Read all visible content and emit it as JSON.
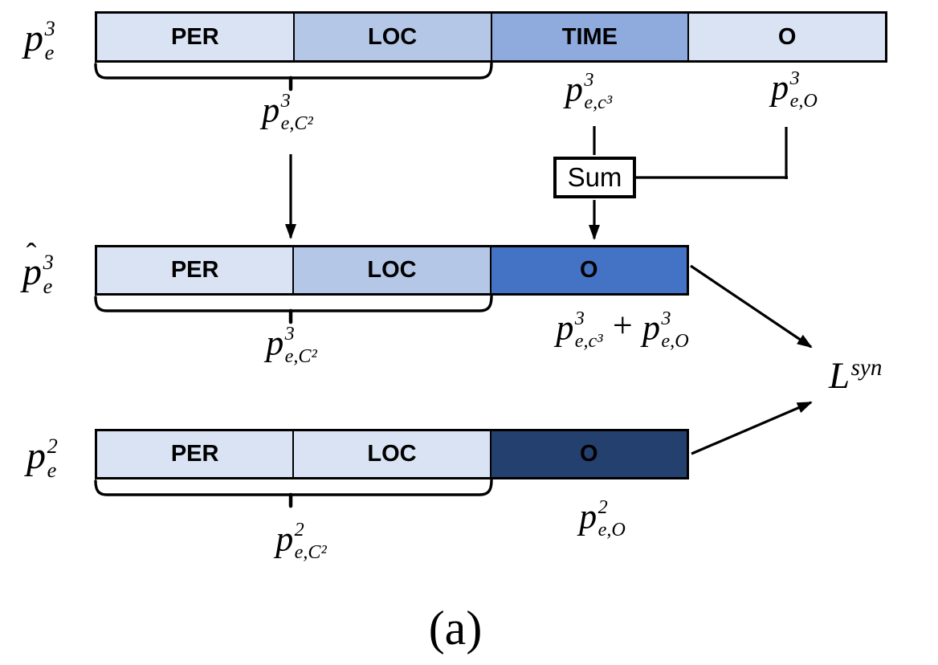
{
  "background": "#ffffff",
  "line_color": "#000000",
  "caption": "(a)",
  "bars": [
    {
      "name": "p_e^3",
      "label": {
        "base": "p",
        "sup": "3",
        "sub": "e"
      },
      "segments": [
        {
          "text": "PER",
          "color": "#dae3f3"
        },
        {
          "text": "LOC",
          "color": "#b4c7e7"
        },
        {
          "text": "TIME",
          "color": "#8faadc"
        },
        {
          "text": "O",
          "color": "#dae3f3"
        }
      ]
    },
    {
      "name": "p_hat_e^3",
      "label": {
        "hat": "ˆ",
        "base": "p",
        "sup": "3",
        "sub": "e"
      },
      "segments": [
        {
          "text": "PER",
          "color": "#dae3f3"
        },
        {
          "text": "LOC",
          "color": "#b4c7e7"
        },
        {
          "text": "O",
          "color": "#4472c4"
        }
      ]
    },
    {
      "name": "p_e^2",
      "label": {
        "base": "p",
        "sup": "2",
        "sub": "e"
      },
      "segments": [
        {
          "text": "PER",
          "color": "#dae3f3"
        },
        {
          "text": "LOC",
          "color": "#dae3f3"
        },
        {
          "text": "O",
          "color": "#24406e"
        }
      ]
    }
  ],
  "annotations": {
    "brace1_label": {
      "base": "p",
      "sup": "3",
      "sub": "e,C²"
    },
    "time_mass_label": {
      "base": "p",
      "sup": "3",
      "sub": "e,c³"
    },
    "o_mass_label": {
      "base": "p",
      "sup": "3",
      "sub": "e,O"
    },
    "sum_box": "Sum",
    "brace2_label": {
      "base": "p",
      "sup": "3",
      "sub": "e,C²"
    },
    "sum_expression": {
      "term1": {
        "base": "p",
        "sup": "3",
        "sub": "e,c³"
      },
      "operator": "+",
      "term2": {
        "base": "p",
        "sup": "3",
        "sub": "e,O"
      }
    },
    "brace3_label": {
      "base": "p",
      "sup": "2",
      "sub": "e,C²"
    },
    "o2_mass_label": {
      "base": "p",
      "sup": "2",
      "sub": "e,O"
    },
    "loss_label": {
      "base": "L",
      "sup": "syn"
    }
  }
}
